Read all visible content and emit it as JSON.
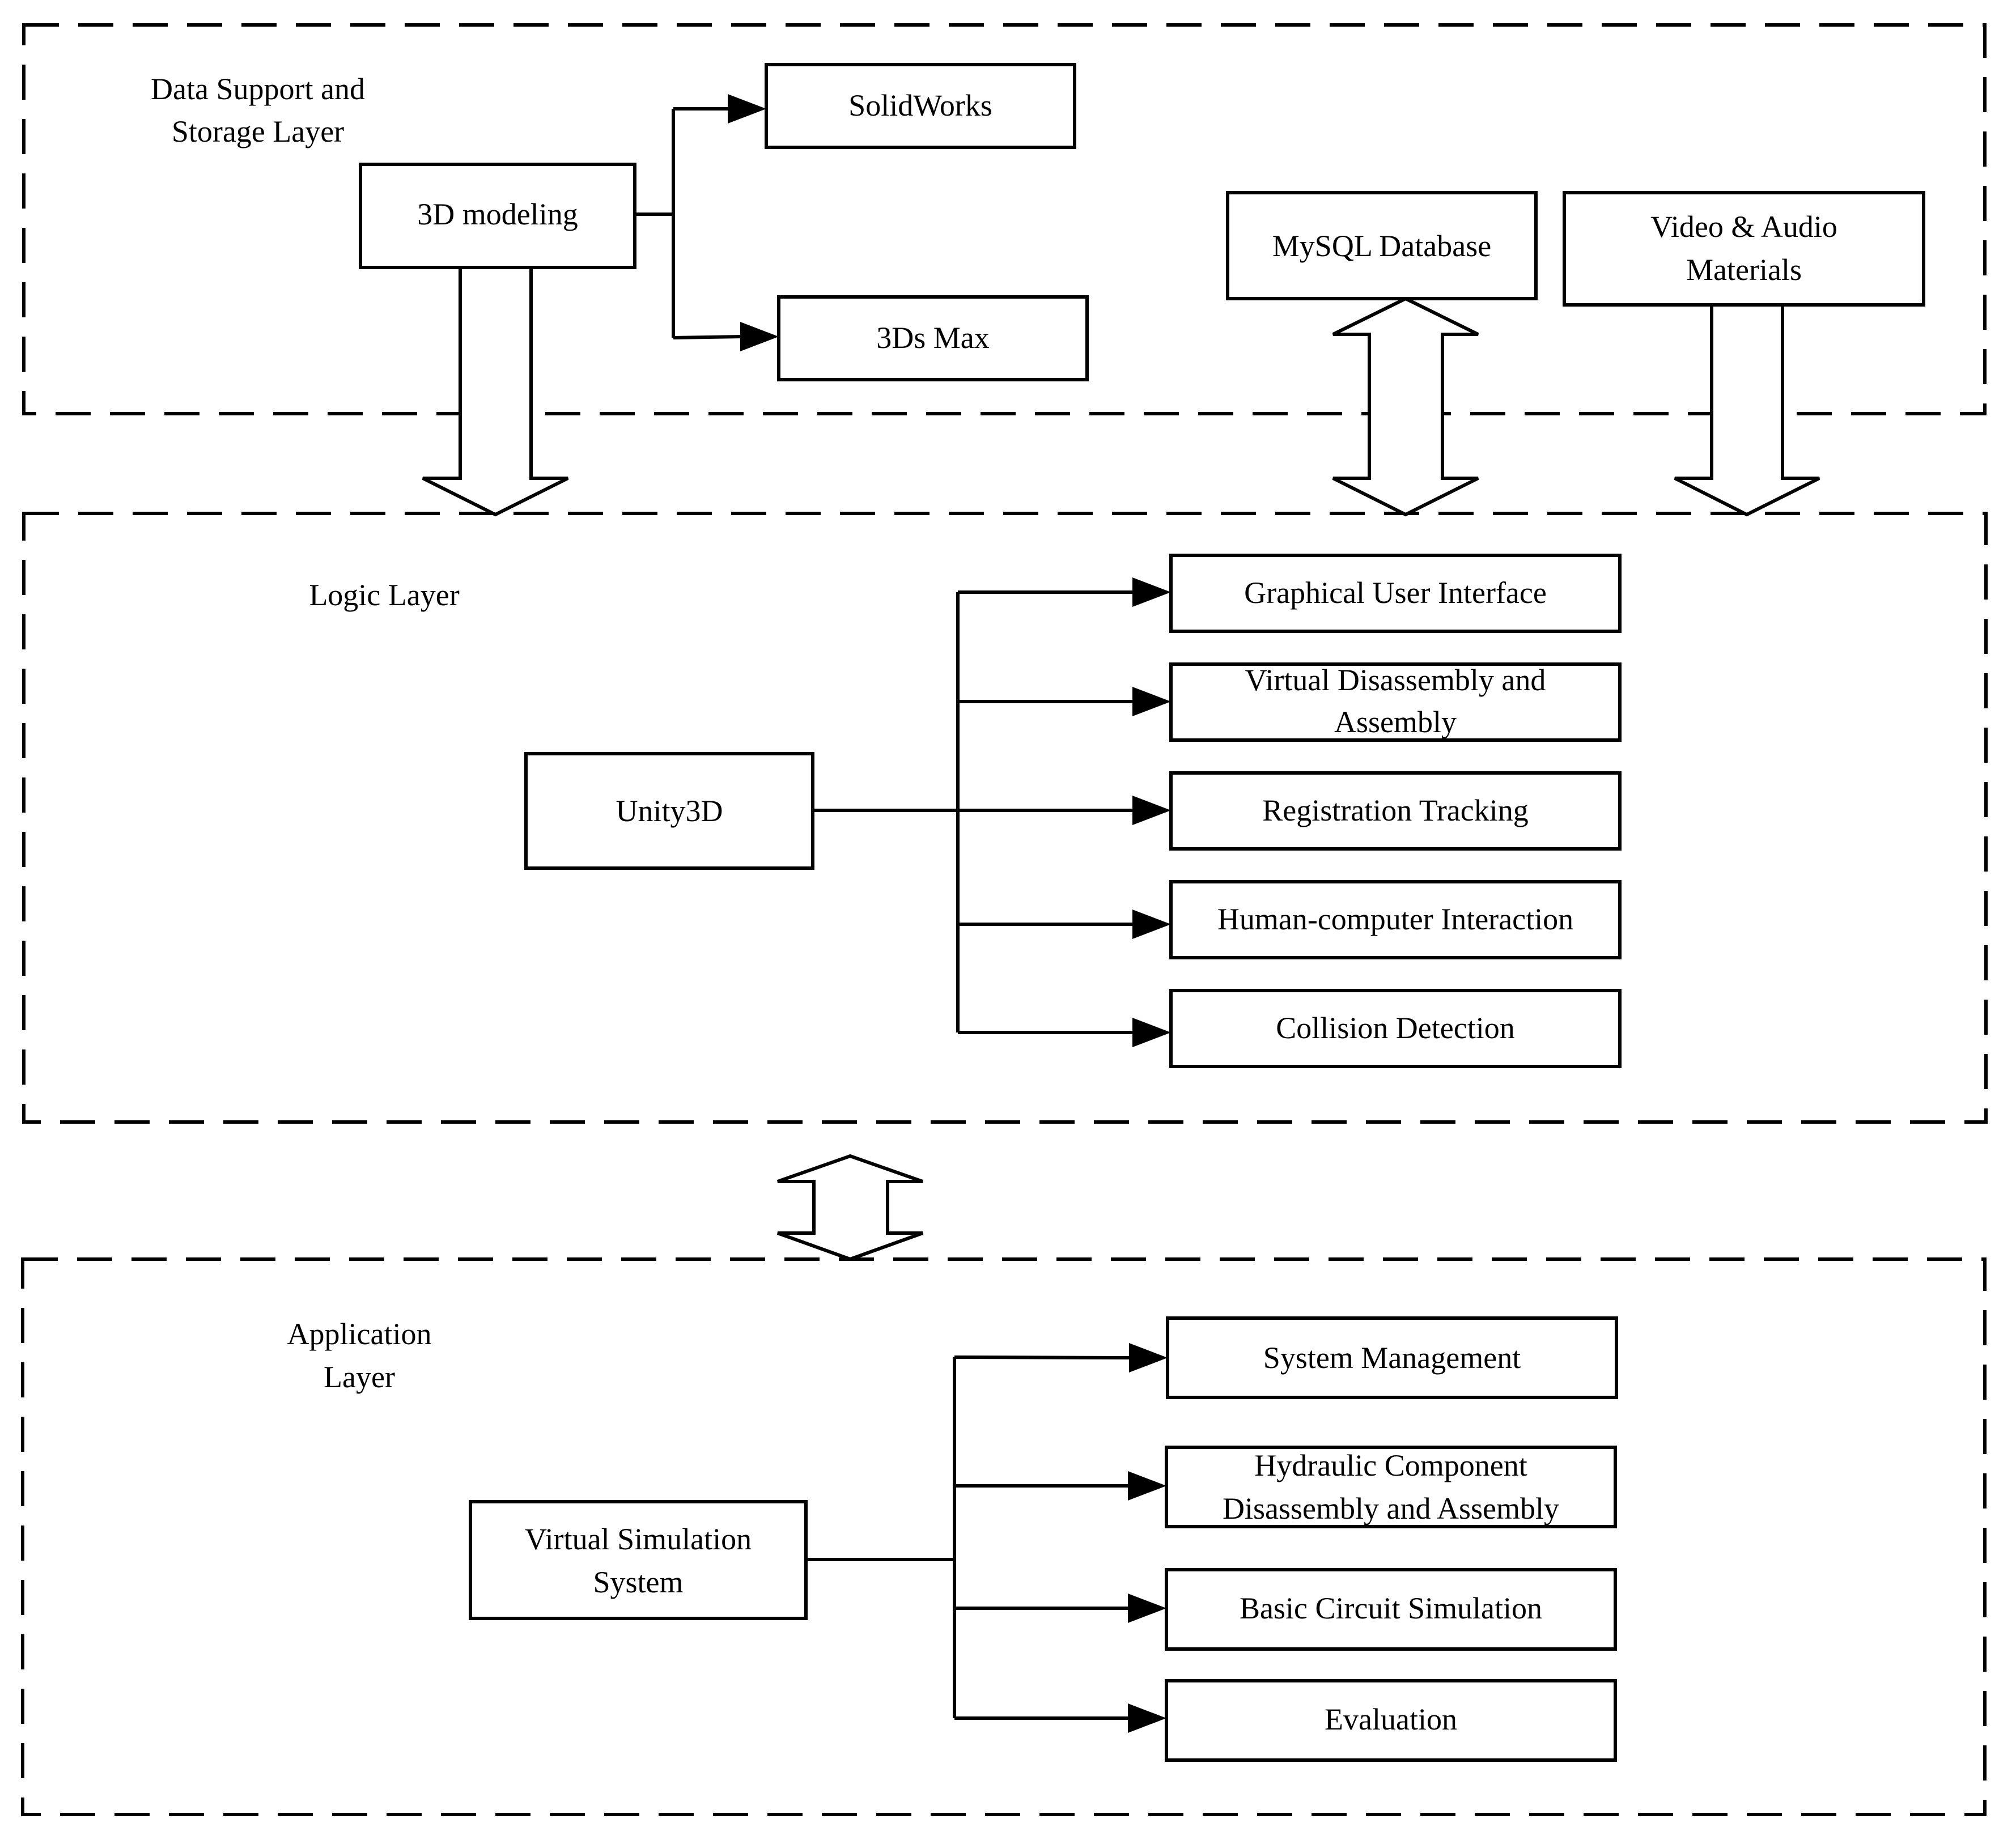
{
  "layers": {
    "data": {
      "title_line1": "Data Support and",
      "title_line2": "Storage Layer",
      "modeling": "3D modeling",
      "solidworks": "SolidWorks",
      "max3ds": "3Ds Max",
      "mysql": "MySQL Database",
      "media_line1": "Video & Audio",
      "media_line2": "Materials"
    },
    "logic": {
      "title": "Logic Layer",
      "engine": "Unity3D",
      "modules": {
        "gui": "Graphical User Interface",
        "disasm_line1": "Virtual Disassembly and",
        "disasm_line2": "Assembly",
        "tracking": "Registration Tracking",
        "hci": "Human-computer Interaction",
        "collision": "Collision Detection"
      }
    },
    "application": {
      "title_line1": "Application",
      "title_line2": "Layer",
      "system_line1": "Virtual Simulation",
      "system_line2": "System",
      "modules": {
        "management": "System Management",
        "hydraulic_line1": "Hydraulic Component",
        "hydraulic_line2": "Disassembly and Assembly",
        "circuit": "Basic Circuit Simulation",
        "evaluation": "Evaluation"
      }
    }
  }
}
